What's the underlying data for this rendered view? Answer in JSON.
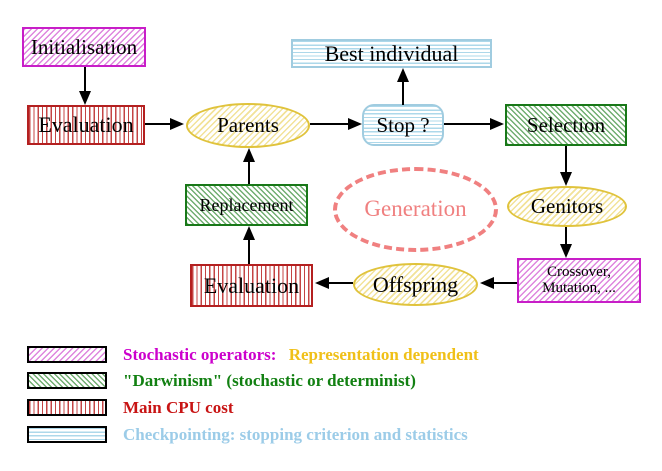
{
  "diagram": {
    "nodes": {
      "initialisation": {
        "label": "Initialisation"
      },
      "evaluation_top": {
        "label": "Evaluation"
      },
      "parents": {
        "label": "Parents"
      },
      "best_individual": {
        "label": "Best individual"
      },
      "stop": {
        "label": "Stop ?"
      },
      "selection": {
        "label": "Selection"
      },
      "genitors": {
        "label": "Genitors"
      },
      "crossover_mutation": {
        "line1": "Crossover,",
        "line2": "Mutation, ..."
      },
      "offspring": {
        "label": "Offspring"
      },
      "evaluation_bottom": {
        "label": "Evaluation"
      },
      "replacement": {
        "label": "Replacement"
      },
      "generation": {
        "label": "Generation"
      }
    },
    "legend": [
      {
        "swatch": "magenta-diagonal-hatch",
        "text": "Stochastic operators:",
        "text2": "Representation dependent"
      },
      {
        "swatch": "green-diagonal-hatch",
        "text": "\"Darwinism\" (stochastic or determinist)"
      },
      {
        "swatch": "red-vertical-stripes",
        "text": "Main CPU cost"
      },
      {
        "swatch": "cyan-horizontal-stripes",
        "text": "Checkpointing: stopping criterion and statistics"
      }
    ],
    "colors": {
      "magenta": "#c81ec8",
      "green": "#187818",
      "red": "#b42020",
      "cyan": "#a0cce0",
      "yellow": "#e0c33c",
      "salmon": "#f08080",
      "magenta_text": "#cc00cc",
      "gold_text": "#f0c018",
      "green_text": "#128012",
      "red_text": "#c81414",
      "cyan_text": "#9ccce8",
      "node_text": "#000000"
    }
  }
}
